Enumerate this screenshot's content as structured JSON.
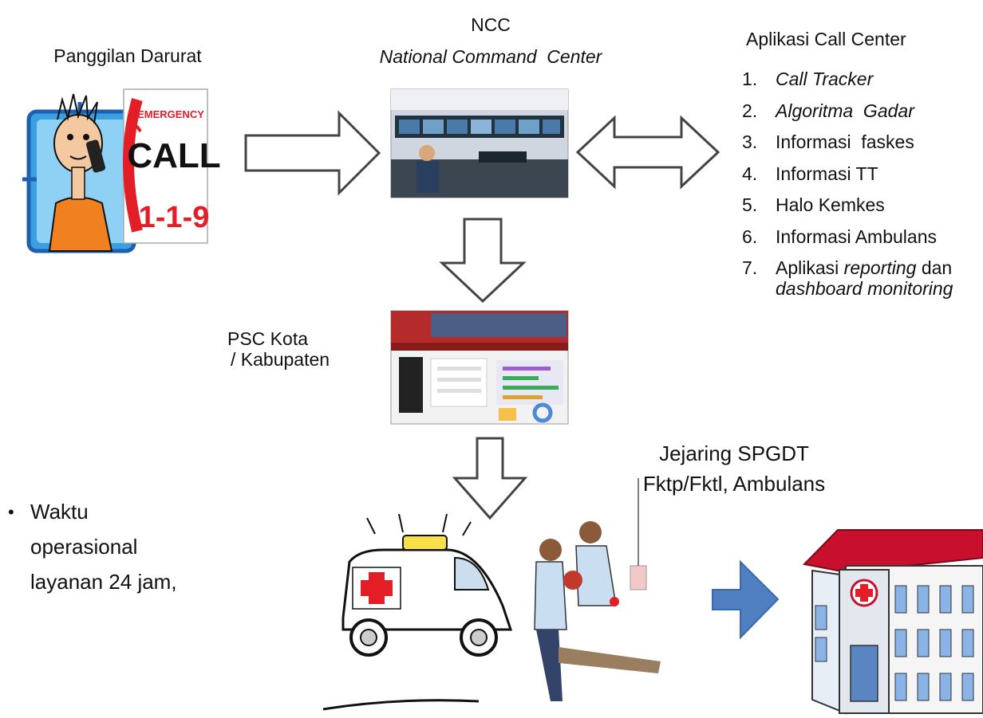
{
  "caller": {
    "title": "Panggilan Darurat",
    "sign": {
      "line1": "EMERGENCY",
      "line2": "CALL",
      "line3": "1-1-9"
    }
  },
  "ncc": {
    "title": "NCC",
    "subtitle": "National Command  Center"
  },
  "app": {
    "title": "Aplikasi Call Center",
    "items": [
      {
        "num": "1.",
        "label": "Call Tracker"
      },
      {
        "num": "2.",
        "label": "Algoritma  Gadar"
      },
      {
        "num": "3.",
        "label": "Informasi  faskes"
      },
      {
        "num": "4.",
        "label": "Informasi TT"
      },
      {
        "num": "5.",
        "label": "Halo Kemkes"
      },
      {
        "num": "6.",
        "label": "Informasi Ambulans"
      },
      {
        "num": "7.",
        "label_a": "Aplikasi ",
        "label_b": "reporting",
        "label_c": " dan",
        "label_d": "dashboard monitoring"
      }
    ]
  },
  "psc": {
    "line1": "PSC Kota",
    "line2": "/ Kabupaten"
  },
  "jejaring": {
    "line1": "Jejaring SPGDT",
    "line2": "Fktp/Fktl, Ambulans"
  },
  "ops": {
    "bullet": "•",
    "line1": "Waktu",
    "line2": "operasional",
    "line3": "layanan 24 jam,"
  },
  "colors": {
    "outline_arrow": "#ffffff",
    "blue_arrow": "#4f7fc0",
    "hospital_roof": "#c8102e",
    "cross": "#e41e26",
    "caller_frame": "#1f5fb0"
  }
}
